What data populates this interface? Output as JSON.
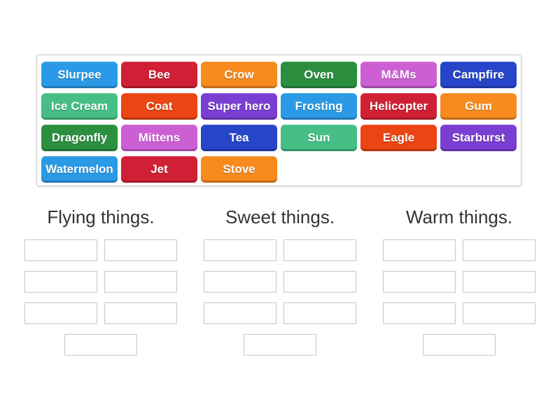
{
  "palette": {
    "azure": "#2b9ae6",
    "crimson": "#d02035",
    "orange": "#f78b1e",
    "forest_green": "#2b8f3f",
    "orchid": "#cc5fd4",
    "royal_blue": "#2645c8",
    "sea_green": "#46be86",
    "orange_red": "#ea4512",
    "purple": "#7a3fd2",
    "tile_text": "#ffffff",
    "header_text": "#333333",
    "slot_border": "#c6c6c6",
    "tray_border": "#cdcdcd",
    "page_background": "#ffffff"
  },
  "tray": {
    "tiles": [
      {
        "label": "Slurpee",
        "color": "#2b9ae6"
      },
      {
        "label": "Bee",
        "color": "#d02035"
      },
      {
        "label": "Crow",
        "color": "#f78b1e"
      },
      {
        "label": "Oven",
        "color": "#2b8f3f"
      },
      {
        "label": "M&Ms",
        "color": "#cc5fd4"
      },
      {
        "label": "Campfire",
        "color": "#2645c8"
      },
      {
        "label": "Ice Cream",
        "color": "#46be86"
      },
      {
        "label": "Coat",
        "color": "#ea4512"
      },
      {
        "label": "Super hero",
        "color": "#7a3fd2"
      },
      {
        "label": "Frosting",
        "color": "#2b9ae6"
      },
      {
        "label": "Helicopter",
        "color": "#d02035"
      },
      {
        "label": "Gum",
        "color": "#f78b1e"
      },
      {
        "label": "Dragonfly",
        "color": "#2b8f3f"
      },
      {
        "label": "Mittens",
        "color": "#cc5fd4"
      },
      {
        "label": "Tea",
        "color": "#2645c8"
      },
      {
        "label": "Sun",
        "color": "#46be86"
      },
      {
        "label": "Eagle",
        "color": "#ea4512"
      },
      {
        "label": "Starburst",
        "color": "#7a3fd2"
      },
      {
        "label": "Watermelon",
        "color": "#2b9ae6"
      },
      {
        "label": "Jet",
        "color": "#d02035"
      },
      {
        "label": "Stove",
        "color": "#f78b1e"
      }
    ]
  },
  "groups": [
    {
      "title": "Flying things.",
      "slot_count": 7
    },
    {
      "title": "Sweet things.",
      "slot_count": 7
    },
    {
      "title": "Warm things.",
      "slot_count": 7
    }
  ]
}
